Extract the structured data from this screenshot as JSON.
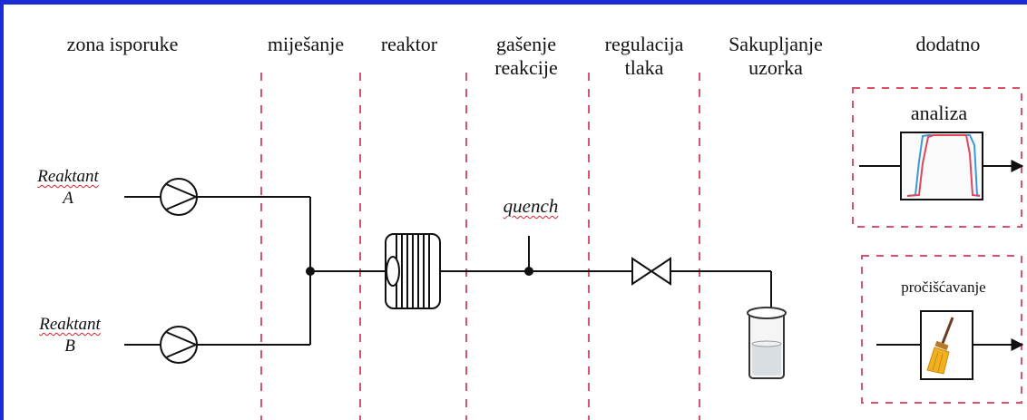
{
  "stages": [
    {
      "line1": "zona isporuke",
      "line2": ""
    },
    {
      "line1": "miješanje",
      "line2": ""
    },
    {
      "line1": "reaktor",
      "line2": ""
    },
    {
      "line1": "gašenje",
      "line2": "reakcije"
    },
    {
      "line1": "regulacija",
      "line2": "tlaka"
    },
    {
      "line1": "Sakupljanje",
      "line2": "uzorka"
    },
    {
      "line1": "dodatno",
      "line2": ""
    }
  ],
  "reactants": {
    "a": {
      "word": "Reaktant",
      "letter": "A"
    },
    "b": {
      "word": "Reaktant",
      "letter": "B"
    }
  },
  "quench_label": "quench",
  "extra_boxes": {
    "analysis": "analiza",
    "purification": "pročišćavanje"
  },
  "colors": {
    "frame": "#1c2bd8",
    "divider": "#d9546b",
    "line": "#111111",
    "spellcheck": "#d9222a",
    "trace_red": "#e0455a",
    "trace_blue": "#3a9ad9",
    "broom": "#f0b020"
  }
}
